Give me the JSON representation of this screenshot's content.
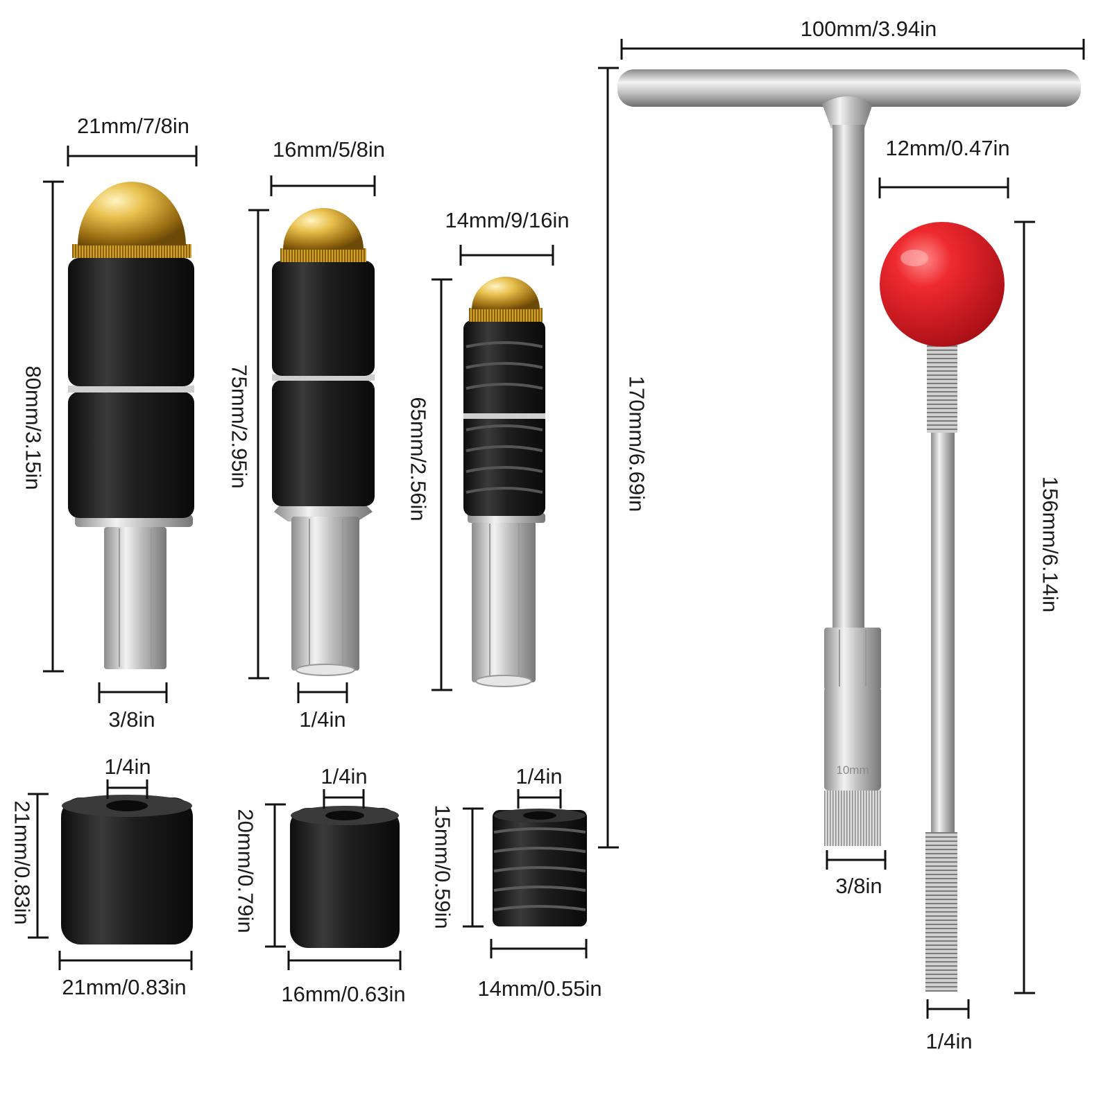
{
  "title": "",
  "tools": {
    "tip_large": {
      "width_label": "21mm/7/8in",
      "height_label": "80mm/3.15in",
      "drive_label": "3/8in"
    },
    "tip_medium": {
      "width_label": "16mm/5/8in",
      "height_label": "75mm/2.95in",
      "drive_label": "1/4in"
    },
    "tip_small": {
      "width_label": "14mm/9/16in",
      "height_label": "65mm/2.56in"
    },
    "sleeve_large": {
      "bore_label": "1/4in",
      "height_label": "21mm/0.83in",
      "width_label": "21mm/0.83in"
    },
    "sleeve_medium": {
      "bore_label": "1/4in",
      "height_label": "20mm/0.79in",
      "width_label": "16mm/0.63in"
    },
    "sleeve_small": {
      "bore_label": "1/4in",
      "height_label": "15mm/0.59in",
      "width_label": "14mm/0.55in"
    },
    "t_handle": {
      "width_label": "100mm/3.94in",
      "height_label": "170mm/6.69in",
      "socket_stamp": "10mm",
      "drive_label": "3/8in"
    },
    "knob_rod": {
      "knob_label": "12mm/0.47in",
      "height_label": "156mm/6.14in",
      "thread_label": "1/4in"
    }
  },
  "colors": {
    "sleeve_black": "#1c1c1c",
    "brass": "#d4a52c",
    "steel": "#c9c9c9",
    "knob_red": "#e0242c",
    "dimension_line": "#111111"
  }
}
